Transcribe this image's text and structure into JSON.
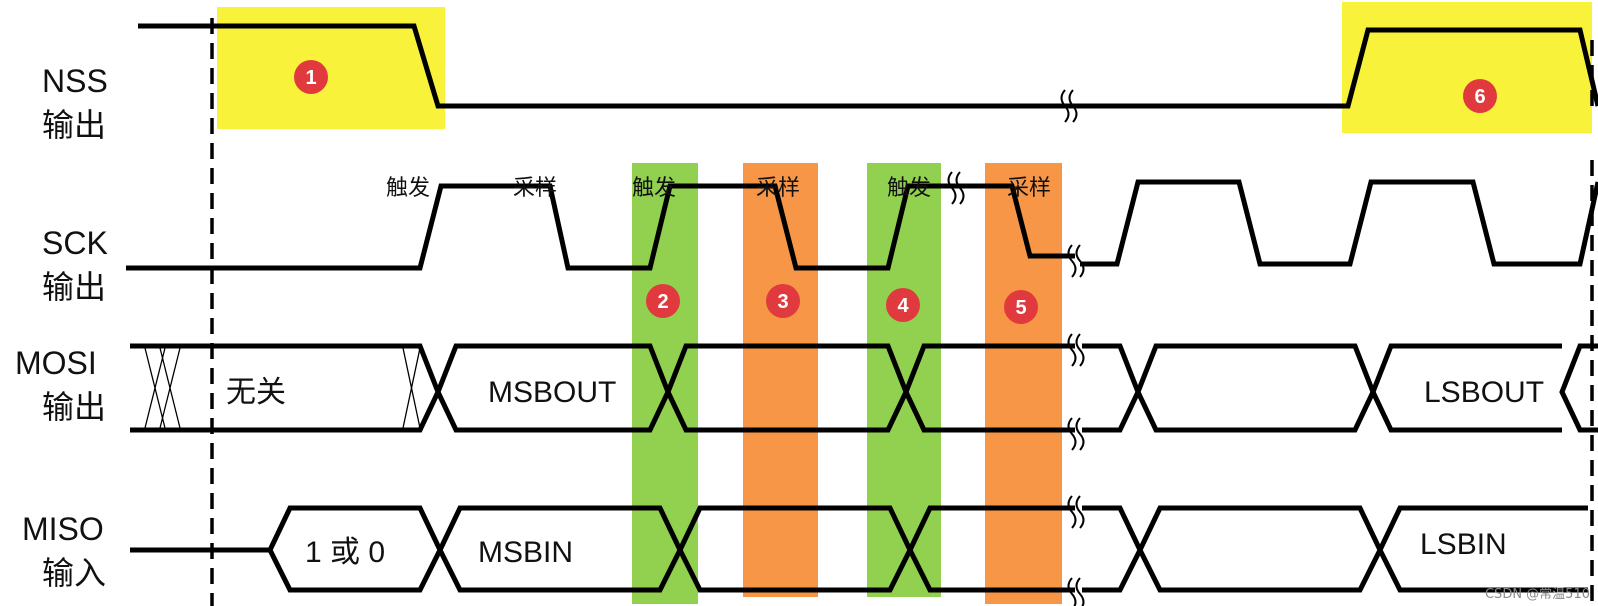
{
  "signals": {
    "nss": {
      "name": "NSS",
      "dir": "输出"
    },
    "sck": {
      "name": "SCK",
      "dir": "输出"
    },
    "mosi": {
      "name": "MOSI",
      "dir": "输出"
    },
    "miso": {
      "name": "MISO",
      "dir": "输入"
    }
  },
  "phases": {
    "trigger": "触发",
    "sample": "采样"
  },
  "data_labels": {
    "dont_care": "无关",
    "msb_out": "MSBOUT",
    "lsb_out": "LSBOUT",
    "one_or_zero": "1 或 0",
    "msb_in": "MSBIN",
    "lsb_in": "LSBIN"
  },
  "markers": [
    "1",
    "2",
    "3",
    "4",
    "5",
    "6"
  ],
  "watermark": "CSDN @常温510",
  "colors": {
    "nss_highlight": "#f8f23a",
    "trigger_band": "#92d050",
    "sample_band": "#f79646",
    "marker_fill": "#e03a3e",
    "wave": "#000000"
  }
}
